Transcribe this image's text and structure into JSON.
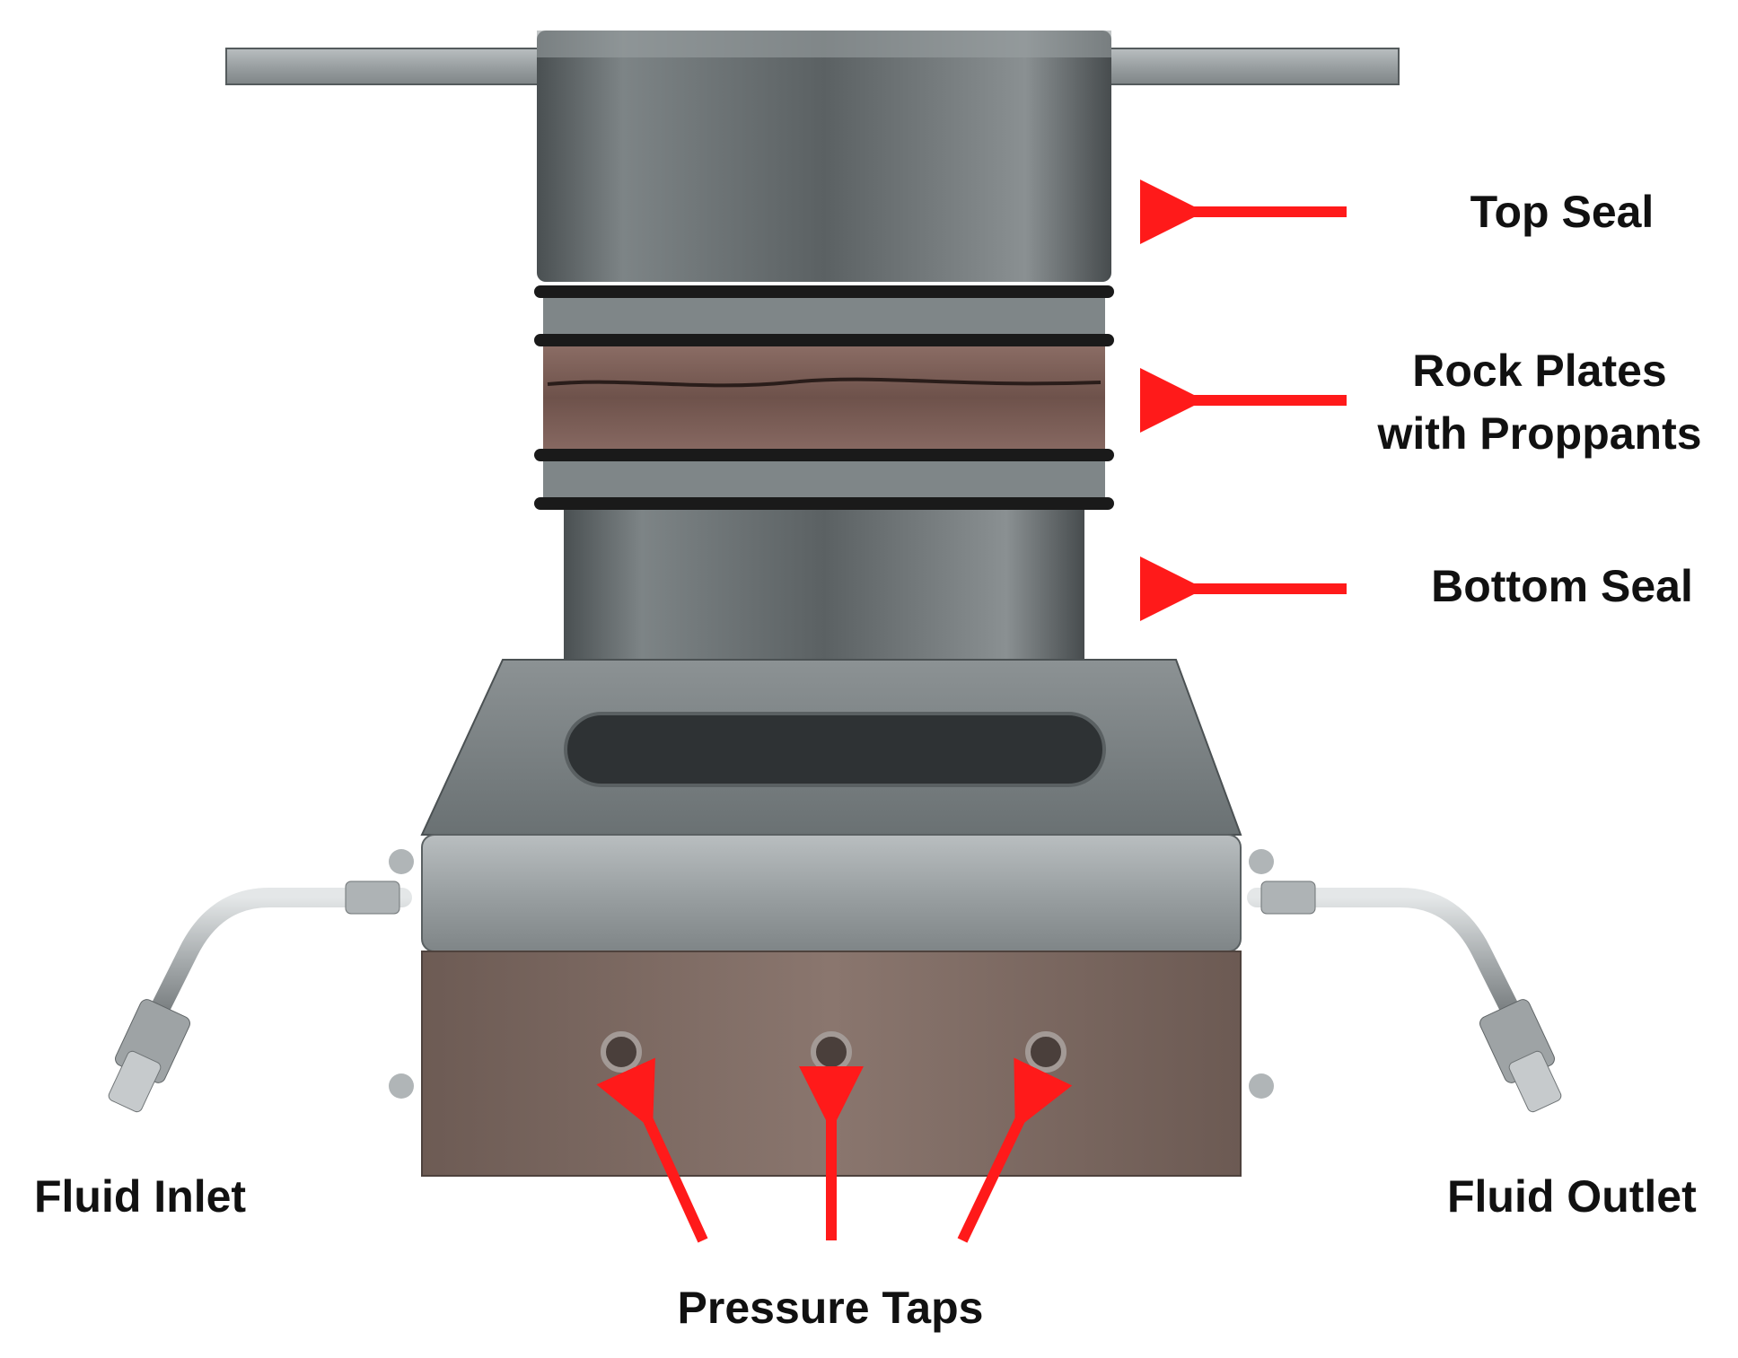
{
  "labels": {
    "top_seal": "Top Seal",
    "rock_plates_line1": "Rock Plates",
    "rock_plates_line2": "with Proppants",
    "bottom_seal": "Bottom Seal",
    "fluid_inlet": "Fluid Inlet",
    "fluid_outlet": "Fluid Outlet",
    "pressure_taps": "Pressure Taps"
  },
  "colors": {
    "arrow": "#ff1a1a",
    "label_text": "#111111",
    "steel_light": "#9aa0a2",
    "steel_dark": "#3f4446",
    "rock": "#7a5a52",
    "oring": "#1a1a1a",
    "base_front": "#7d6a62"
  }
}
